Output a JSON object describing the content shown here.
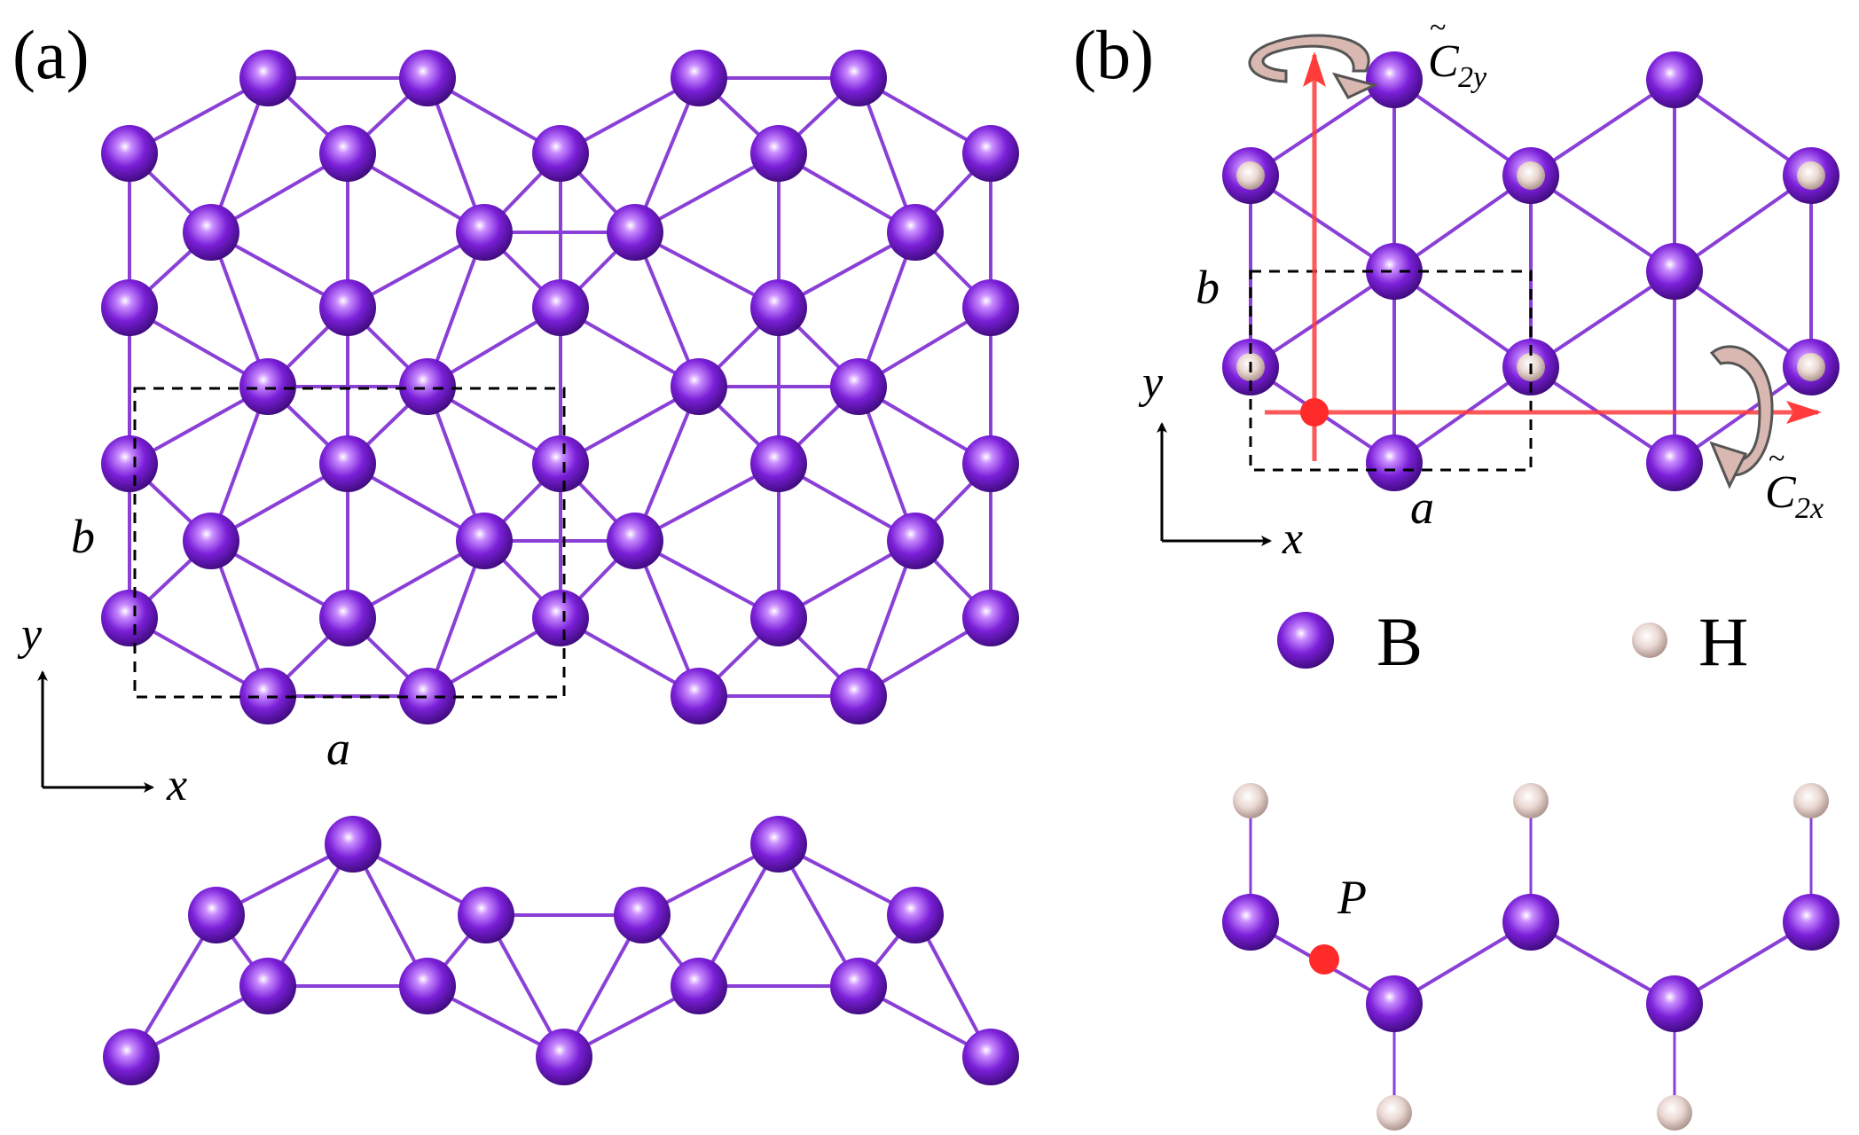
{
  "panels": {
    "a": {
      "label": "(a)",
      "lattice_a": "a",
      "lattice_b": "b",
      "axis_x": "x",
      "axis_y": "y"
    },
    "b": {
      "label": "(b)",
      "lattice_a": "a",
      "lattice_b": "b",
      "axis_x": "x",
      "axis_y": "y",
      "rot_y_main": "C",
      "rot_y_sub": "2y",
      "rot_x_main": "C",
      "rot_x_sub": "2x",
      "point_label": "P"
    }
  },
  "legend": {
    "boron": "B",
    "hydrogen": "H"
  },
  "colors": {
    "boron": "#7a1fd8",
    "bond": "#8a3fd6",
    "hydrogen": "#e7d2cc",
    "axis_red": "#ff3b3b",
    "arrow_fill": "#d8b8b0"
  }
}
